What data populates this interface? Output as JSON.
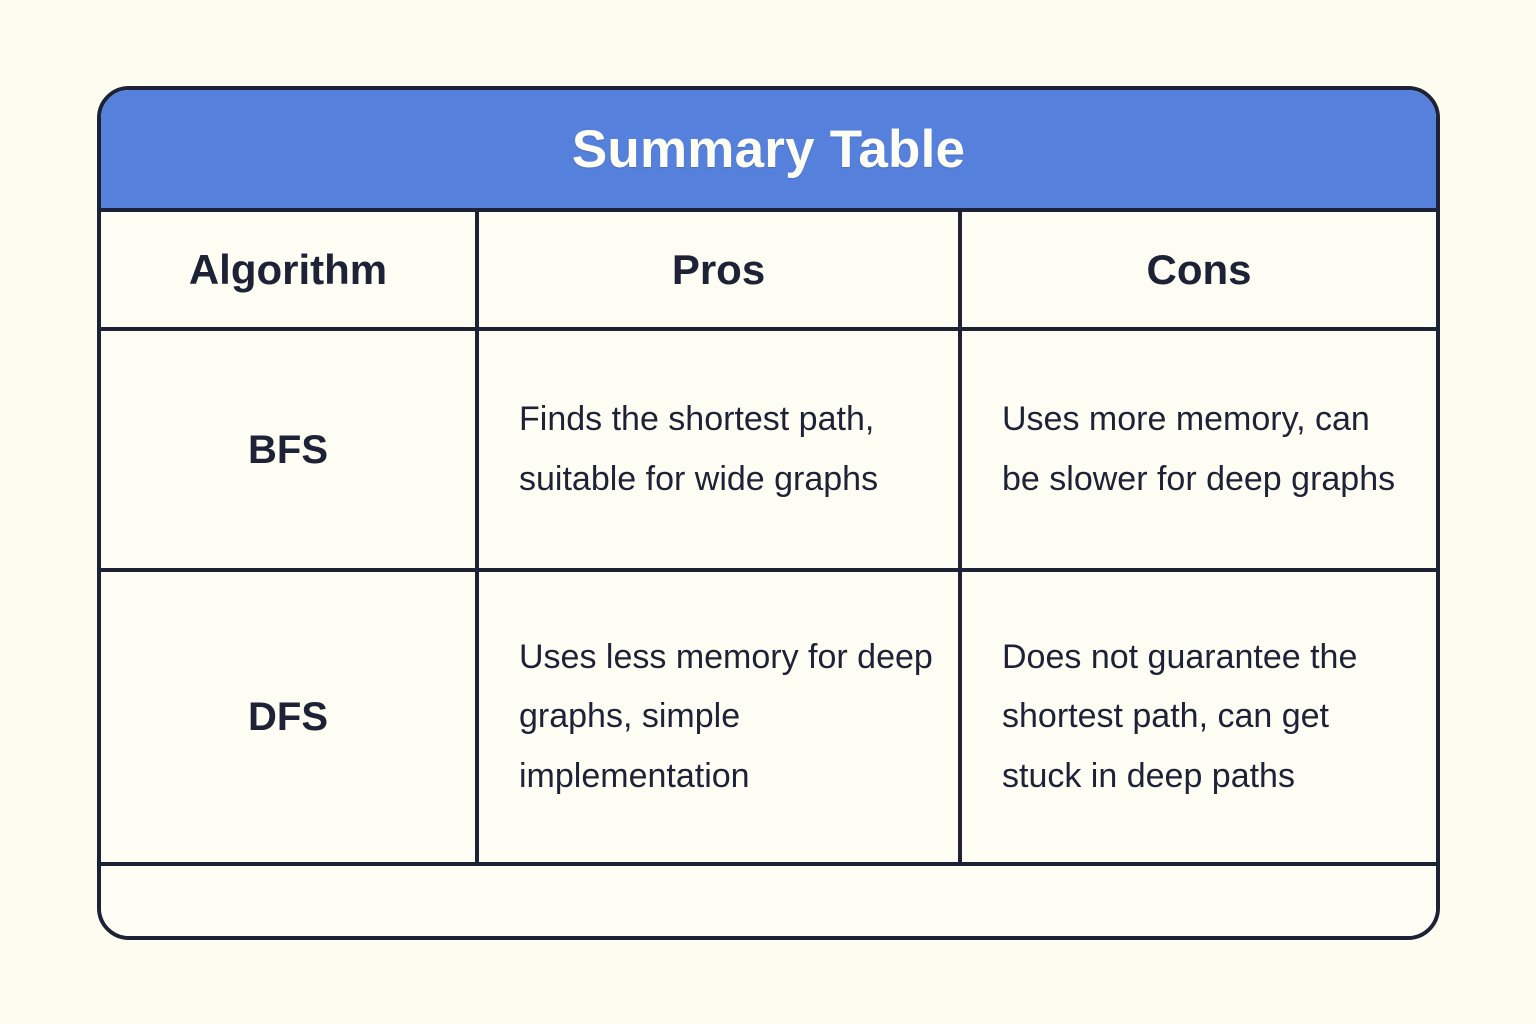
{
  "page": {
    "background_color": "#FDFCF0",
    "card_background_color": "#FEFDF4",
    "border_color": "#1E2236",
    "accent_color": "#5581DC",
    "text_color": "#1E2236",
    "title_text_color": "#FEFDF4"
  },
  "card": {
    "title": "Summary Table"
  },
  "table": {
    "columns": [
      "Algorithm",
      "Pros",
      "Cons"
    ],
    "rows": [
      {
        "algorithm": "BFS",
        "pros": "Finds the shortest path, suitable for wide graphs",
        "cons": "Uses more memory, can be slower for deep graphs"
      },
      {
        "algorithm": "DFS",
        "pros": "Uses less memory for deep graphs, simple implementation",
        "cons": "Does not guarantee the shortest path, can get stuck in deep paths"
      }
    ],
    "footer_row": {
      "algorithm": "",
      "pros": "",
      "cons": ""
    }
  }
}
